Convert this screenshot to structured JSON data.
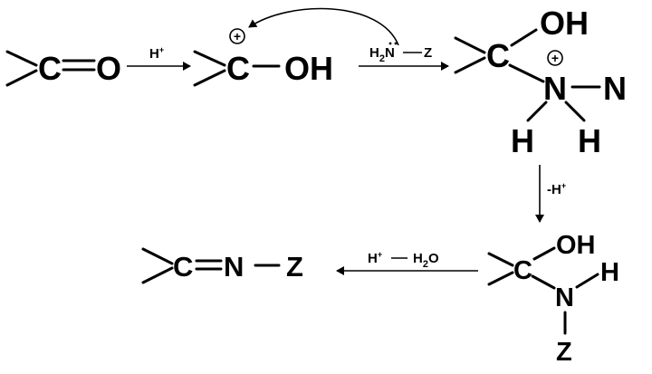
{
  "structures": {
    "carbonyl": {
      "c": "C",
      "o": "O"
    },
    "protonated": {
      "charge": "+",
      "c": "C",
      "oh": "OH"
    },
    "adduct": {
      "c": "C",
      "oh": "OH",
      "charge": "+",
      "n": "N",
      "h1": "H",
      "h2": "H",
      "z": "N"
    },
    "carbinolamine": {
      "c": "C",
      "oh": "OH",
      "n": "N",
      "h": "H",
      "z": "Z"
    },
    "imine": {
      "c": "C",
      "n": "N",
      "z": "Z"
    }
  },
  "reagents": {
    "step1": {
      "h": "H",
      "plus": "+"
    },
    "step2": {
      "h": "H",
      "two": "2",
      "n": "N",
      "z": "Z"
    },
    "step3": {
      "minus_h": "-H",
      "plus": "+"
    },
    "step4": {
      "h": "H",
      "plus": "+",
      "h2o_h": "H",
      "h2o_2": "2",
      "h2o_o": "O"
    }
  }
}
